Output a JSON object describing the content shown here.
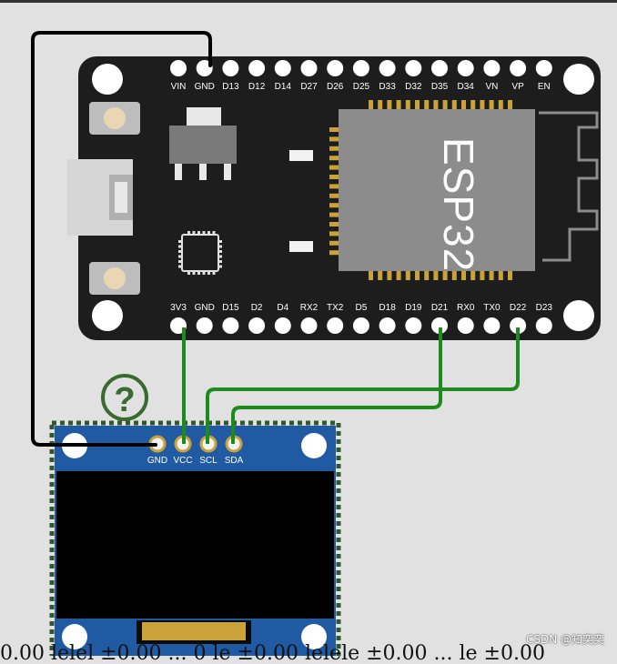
{
  "esp32": {
    "chip_label": "ESP32",
    "top_pins": [
      "VIN",
      "GND",
      "D13",
      "D12",
      "D14",
      "D27",
      "D26",
      "D25",
      "D33",
      "D32",
      "D35",
      "D34",
      "VN",
      "VP",
      "EN"
    ],
    "bottom_pins": [
      "3V3",
      "GND",
      "D15",
      "D2",
      "D4",
      "RX2",
      "TX2",
      "D5",
      "D18",
      "D19",
      "D21",
      "RX0",
      "TX0",
      "D22",
      "D23"
    ]
  },
  "oled": {
    "pins": [
      "GND",
      "VCC",
      "SCL",
      "SDA"
    ],
    "help_mark": "?"
  },
  "watermark": "CSDN @知奕奕",
  "bottom_text": "0.00 lelel ±0.00 ... 0 le ±0.00 lelele ±0.00 ... le ±0.00",
  "colors": {
    "background": "#e1e1e1",
    "board": "#1d1d1d",
    "chip": "#8c8c8c",
    "oled_board": "#1f5aa3",
    "wire_gnd": "#000000",
    "wire_signal": "#1c8a1c",
    "help_circle": "#3a6b2e"
  }
}
